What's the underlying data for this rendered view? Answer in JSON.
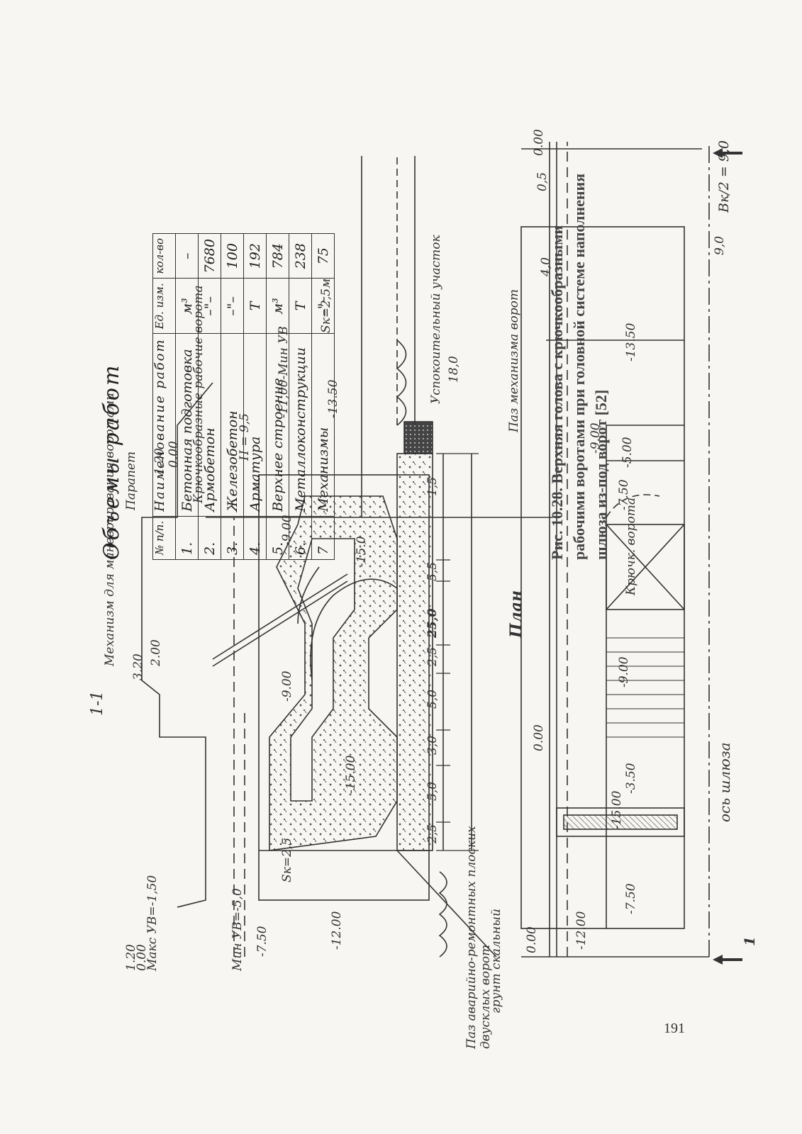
{
  "page_number": "191",
  "caption": "Рис. 10.28. Верхняя голова с крючкообразными рабочими воротами при головной системе наполнения шлюза из-под ворот [52]",
  "volumes": {
    "title": "Объемы работ",
    "headers": [
      "№ п/п.",
      "Наименование работ",
      "Ед. изм.",
      "кол-во"
    ],
    "rows": [
      [
        "1.",
        "Бетонная подготовка",
        "м³",
        "–"
      ],
      [
        "2.",
        "Армобетон",
        "–\"–",
        "7680"
      ],
      [
        "3.",
        "Железобетон",
        "–\"–",
        "100"
      ],
      [
        "4.",
        "Арматура",
        "Т",
        "192"
      ],
      [
        "5.",
        "Верхнее строение",
        "м³",
        "784"
      ],
      [
        "6.",
        "Металлоконструкции",
        "Т",
        "238"
      ],
      [
        "7",
        "Механизмы",
        "–\"–",
        "75"
      ]
    ]
  },
  "section": {
    "title": "1-1",
    "labels": {
      "mech": "Механизм для маневрирования воротами",
      "parapet": "Парапет",
      "gate": "Крючкообразные рабочие ворота",
      "h": "H = 9,5",
      "sk_right": "Sк=2,5м",
      "stilling": "Успокоительный участок",
      "stilling_len": "18,0",
      "soil": "грунт скальный",
      "slot": "Паз аварийно-ремонтных плоских двусклых ворот",
      "sk_left": "Sк=2,5",
      "max_uv": "Макс УВ=-1,50",
      "min_uv": "Мин УВ=-5,0",
      "min_uv_r": "-11,00-Мин УВ",
      "total": "25,0"
    },
    "elevations": [
      "1.20",
      "0.00",
      "-7.50",
      "-12.00",
      "3.20",
      "2.00",
      "-9.00",
      "-15.00",
      "-9.00",
      "-15.0",
      "-13.50",
      "1.20",
      "0.00"
    ],
    "dims": [
      "2,5",
      "5,0",
      "3,0",
      "5,0",
      "2,5",
      "5,5",
      "1,5"
    ]
  },
  "plan": {
    "title": "План",
    "labels": {
      "mech_slot": "Паз механизма ворот",
      "hook_gate": "Крючк. ворота",
      "axis": "ось шлюза",
      "bk": "Вк/2 = 9,0"
    },
    "elevations": [
      "0.00",
      "-12.00",
      "-7.50",
      "-15.00",
      "-3.50",
      "0.00",
      "-9.00",
      "-7.50",
      "-5.00",
      "-9.00",
      "-13.50",
      "0.00"
    ],
    "dims": [
      "9,0",
      "4,0",
      "0,5"
    ],
    "cut": "1"
  }
}
